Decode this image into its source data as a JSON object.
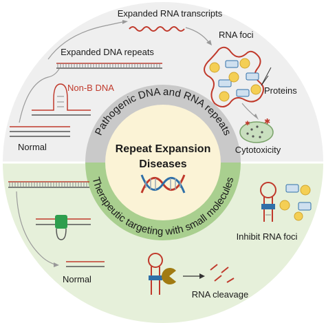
{
  "center": {
    "title_line1": "Repeat Expansion",
    "title_line2": "Diseases"
  },
  "ring": {
    "top_label": "Pathogenic DNA and RNA repeats",
    "bottom_label": "Therapeutic targeting with small molecules"
  },
  "top_half": {
    "expanded_rna": "Expanded RNA transcripts",
    "rna_foci": "RNA foci",
    "expanded_dna": "Expanded DNA repeats",
    "non_b_dna": "Non-B DNA",
    "proteins": "Proteins",
    "normal": "Normal",
    "cytotoxicity": "Cytotoxicity"
  },
  "bottom_half": {
    "inhibit_rna_foci": "Inhibit RNA foci",
    "normal": "Normal",
    "rna_cleavage": "RNA cleavage"
  },
  "colors": {
    "top_bg": "#efefef",
    "bottom_bg": "#e6f0da",
    "ring_top": "#c9c9c9",
    "ring_bottom": "#a9cf8f",
    "center": "#fbf3d6",
    "dna_red": "#c0392b",
    "dna_blue": "#2f6fa8",
    "protein_yellow": "#f4cf55",
    "protein_blue": "#cfe0ef",
    "green_molecule": "#2e9e4e"
  }
}
